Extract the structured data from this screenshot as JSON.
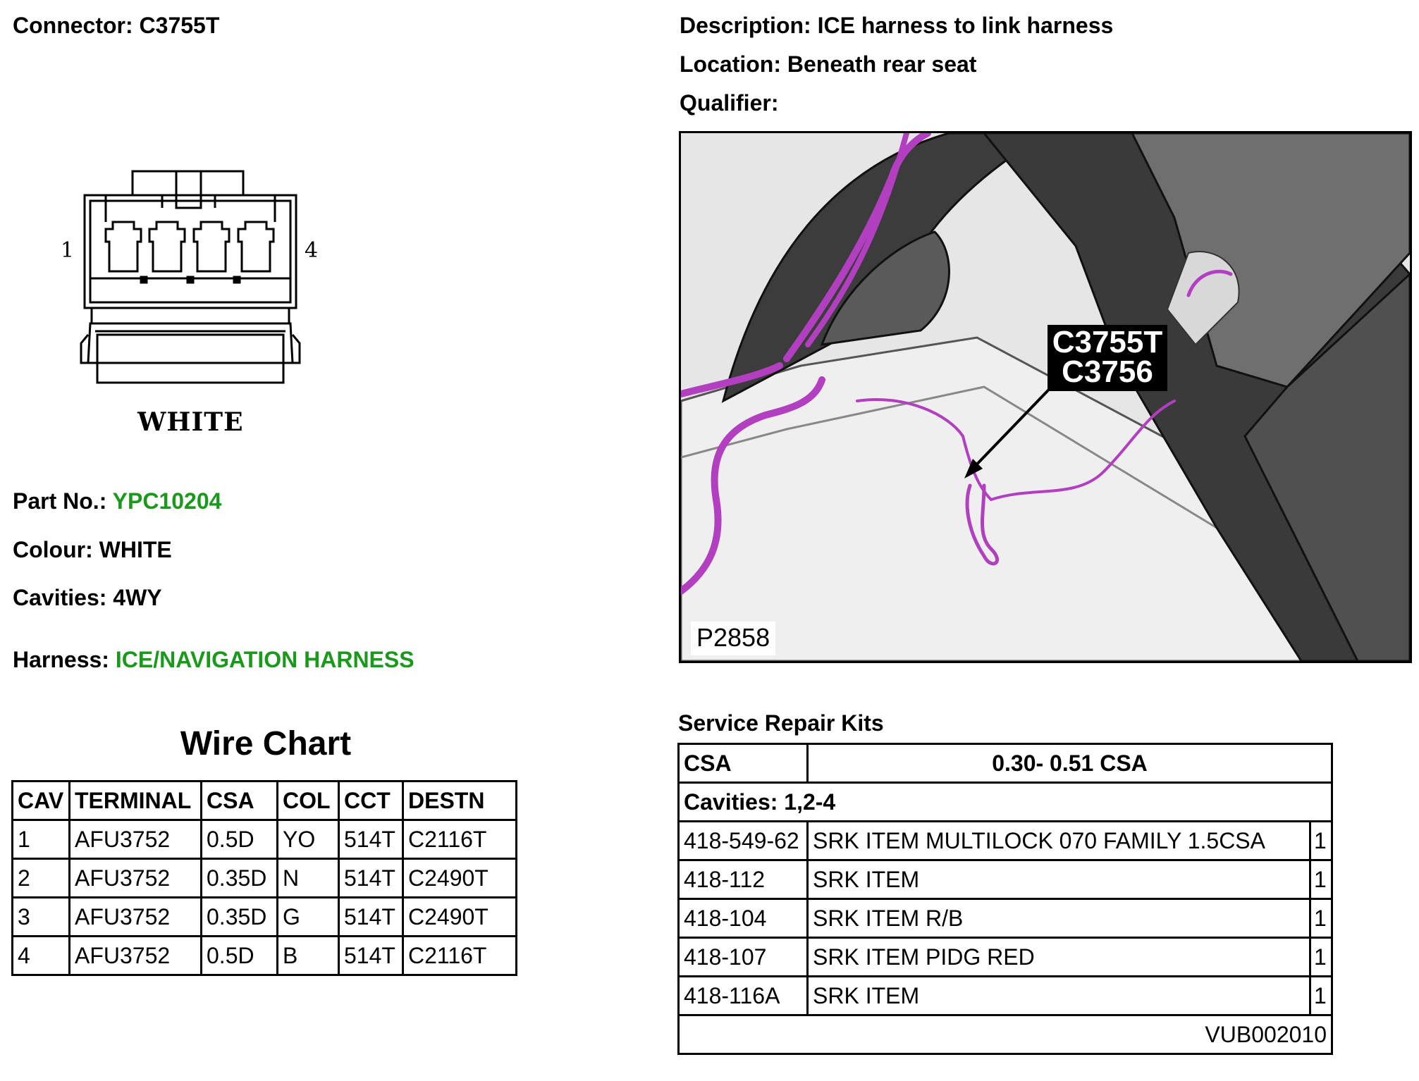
{
  "connector": {
    "label": "Connector:",
    "value": "C3755T"
  },
  "description": {
    "label": "Description:",
    "value": "ICE harness to link harness"
  },
  "location": {
    "label": "Location:",
    "value": "Beneath rear seat"
  },
  "qualifier": {
    "label": "Qualifier:",
    "value": ""
  },
  "drawing": {
    "pin_left": "1",
    "pin_right": "4",
    "caption": "WHITE"
  },
  "part_no": {
    "label": "Part No.:",
    "value": "YPC10204"
  },
  "colour": {
    "label": "Colour:",
    "value": "WHITE"
  },
  "cavities": {
    "label": "Cavities:",
    "value": "4WY"
  },
  "harness": {
    "label": "Harness:",
    "value": "ICE/NAVIGATION HARNESS"
  },
  "photo": {
    "callout_1": "C3755T",
    "callout_2": "C3756",
    "code": "P2858"
  },
  "colors": {
    "link_green": "#1a9a1a",
    "harness_magenta": "#b23ec0"
  },
  "wire_chart": {
    "title": "Wire Chart",
    "headers": [
      "CAV",
      "TERMINAL",
      "CSA",
      "COL",
      "CCT",
      "DESTN"
    ],
    "rows": [
      [
        "1",
        "AFU3752",
        "0.5D",
        "YO",
        "514T",
        "C2116T"
      ],
      [
        "2",
        "AFU3752",
        "0.35D",
        "N",
        "514T",
        "C2490T"
      ],
      [
        "3",
        "AFU3752",
        "0.35D",
        "G",
        "514T",
        "C2490T"
      ],
      [
        "4",
        "AFU3752",
        "0.5D",
        "B",
        "514T",
        "C2116T"
      ]
    ]
  },
  "service_kits": {
    "title": "Service Repair Kits",
    "csa_label": "CSA",
    "csa_value": "0.30- 0.51 CSA",
    "cavities": "Cavities: 1,2-4",
    "items": [
      [
        "418-549-62",
        "SRK ITEM MULTILOCK 070 FAMILY 1.5CSA",
        "1"
      ],
      [
        "418-112",
        "SRK ITEM",
        "1"
      ],
      [
        "418-104",
        "SRK ITEM R/B",
        "1"
      ],
      [
        "418-107",
        "SRK ITEM PIDG RED",
        "1"
      ],
      [
        "418-116A",
        "SRK ITEM",
        "1"
      ]
    ],
    "footer": "VUB002010"
  }
}
